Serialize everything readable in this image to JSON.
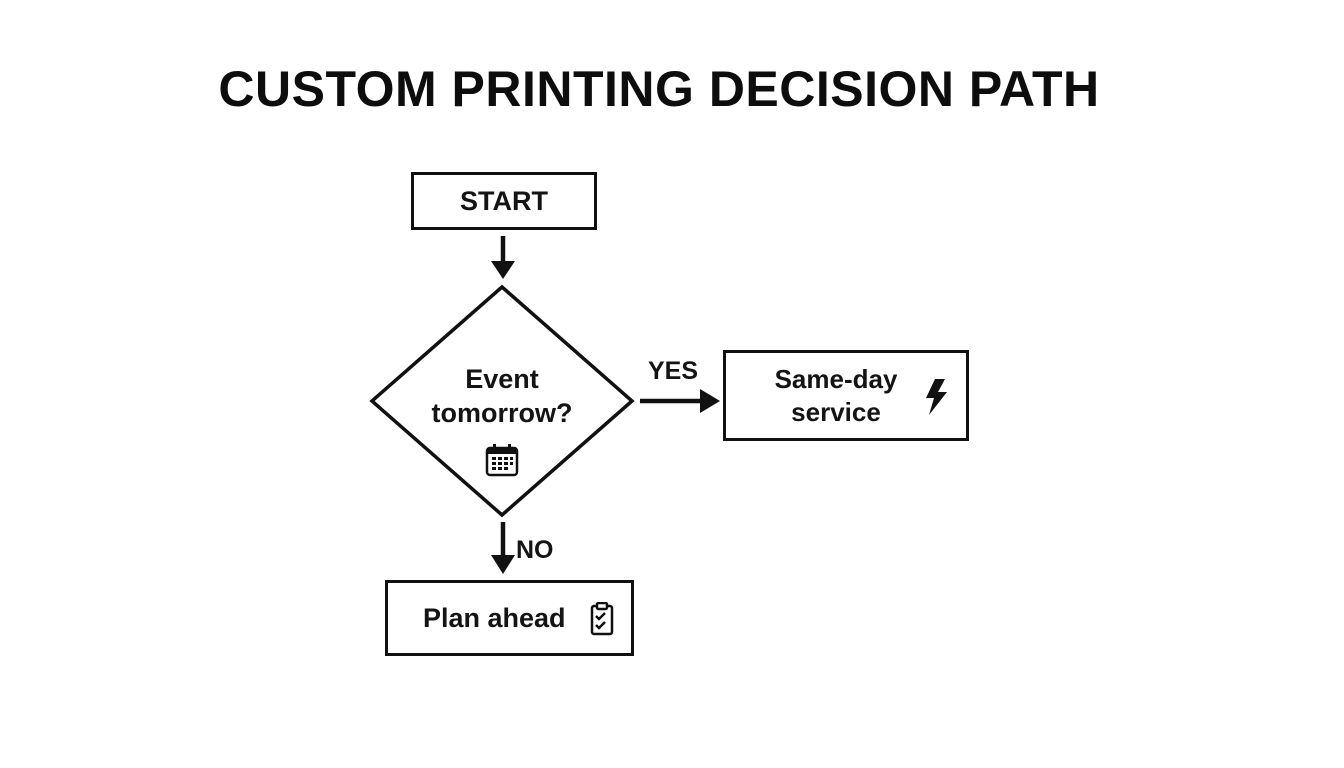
{
  "title": "CUSTOM PRINTING DECISION PATH",
  "nodes": {
    "start": {
      "label": "START"
    },
    "decision": {
      "line1": "Event",
      "line2": "tomorrow?",
      "icon": "calendar-icon"
    },
    "yes_outcome": {
      "line1": "Same-day",
      "line2": "service",
      "icon": "lightning-bolt-icon"
    },
    "no_outcome": {
      "label": "Plan ahead",
      "icon": "clipboard-check-icon"
    }
  },
  "edges": {
    "yes_label": "YES",
    "no_label": "NO"
  },
  "colors": {
    "ink": "#111111",
    "background": "#ffffff"
  }
}
